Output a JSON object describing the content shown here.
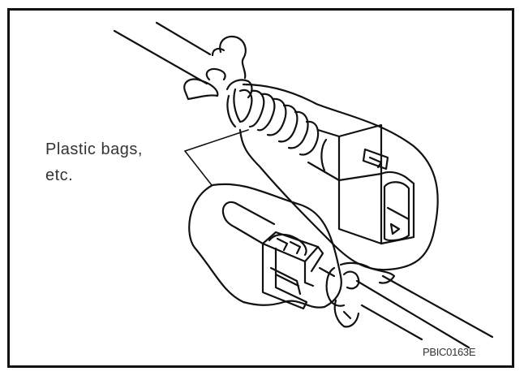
{
  "figure": {
    "callout": {
      "line1": "Plastic bags,",
      "line2": "etc."
    },
    "figure_id": "PBIC0163E",
    "components": [
      "harness-connector-female-in-bag",
      "harness-connector-male-in-bag",
      "wire-harness",
      "bag-tie"
    ],
    "colors": {
      "line": "#111111",
      "text": "#333333",
      "background": "#ffffff"
    }
  }
}
